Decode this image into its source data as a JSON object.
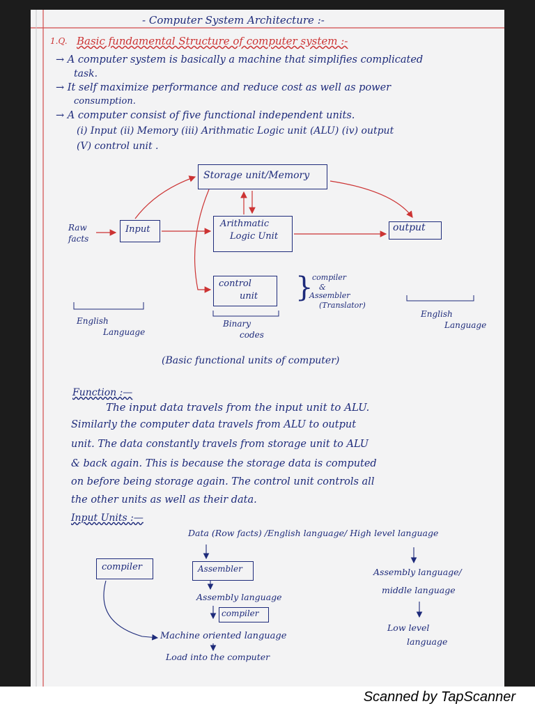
{
  "header": {
    "title": "- Computer System Architecture :-"
  },
  "section1": {
    "number": "1.Q.",
    "heading": "Basic fundamental Structure of computer system :-",
    "bullets": [
      "→ A computer system is basically a machine that simplifies complicated",
      "task.",
      "→ It self maximize performance and reduce cost as well as power",
      "consumption.",
      "→ A computer consist of five functional independent units.",
      "(i) Input (ii) Memory (iii) Arithmatic Logic unit (ALU) (iv) output",
      "(V) control unit ."
    ]
  },
  "diagram": {
    "storage": "Storage unit/Memory",
    "input": "Input",
    "raw1": "Raw",
    "raw2": "facts",
    "alu1": "Arithmatic",
    "alu2": "Logic Unit",
    "output": "output",
    "control1": "control",
    "control2": "unit",
    "translator1": "compiler",
    "translator2": "&",
    "translator3": "Assembler",
    "translator4": "(Translator)",
    "eng_left1": "English",
    "eng_left2": "Language",
    "binary1": "Binary",
    "binary2": "codes",
    "eng_right1": "English",
    "eng_right2": "Language",
    "caption": "(Basic functional units of computer)"
  },
  "function": {
    "heading": "Function :—",
    "lines": [
      "The input data travels from the input unit to ALU.",
      "Similarly the computer data travels from ALU to output",
      "unit. The data constantly travels from storage unit to ALU",
      "& back again. This is because the storage data is computed",
      "on before being storage again. The control unit controls all",
      "the other units as well as their data."
    ]
  },
  "input_units": {
    "heading": "Input Units :—",
    "top": "Data (Row facts) /English language/ High level language",
    "compiler_box": "compiler",
    "assembler_box": "Assembler",
    "assembly_lang": "Assembly language",
    "compiler_small": "compiler",
    "machine": "Machine oriented language",
    "load": "Load into the computer",
    "right1": "Assembly language/",
    "right2": "middle language",
    "right3": "Low level",
    "right4": "language"
  },
  "footer": {
    "scanner": "Scanned by TapScanner"
  }
}
